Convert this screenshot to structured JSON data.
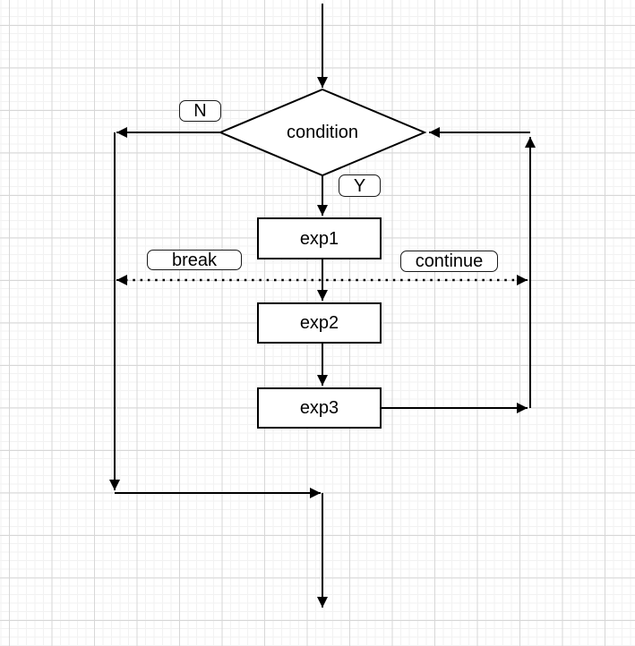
{
  "canvas": {
    "background_color": "#ffffff",
    "grid_minor_color": "#f2f2f2",
    "grid_major_color": "#d7d7d7"
  },
  "flowchart": {
    "stroke_color": "#000000",
    "fill_color": "#ffffff",
    "text_color": "#000000",
    "nodes": {
      "condition": {
        "label": "condition",
        "shape": "diamond"
      },
      "exp1": {
        "label": "exp1",
        "shape": "rectangle"
      },
      "exp2": {
        "label": "exp2",
        "shape": "rectangle"
      },
      "exp3": {
        "label": "exp3",
        "shape": "rectangle"
      }
    },
    "edge_labels": {
      "no": "N",
      "yes": "Y",
      "break": "break",
      "continue": "continue"
    }
  }
}
